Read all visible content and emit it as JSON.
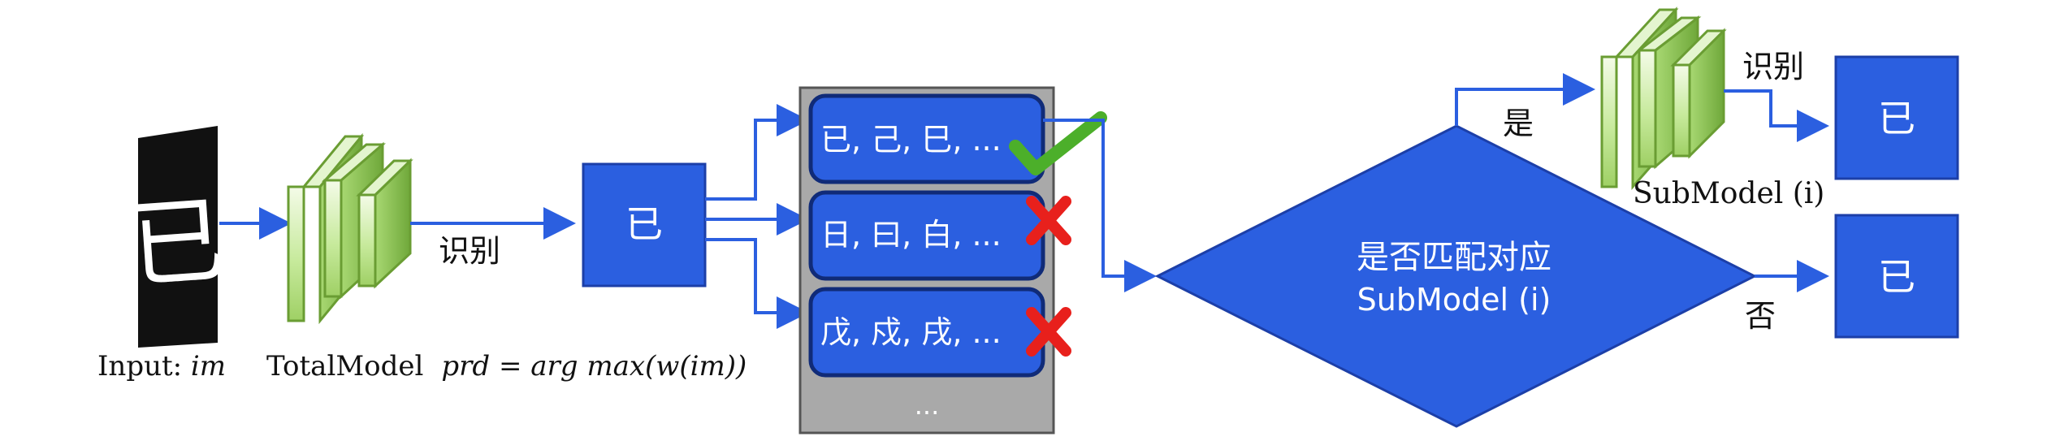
{
  "input": {
    "glyph": "已",
    "caption_prefix": "Input: ",
    "caption_var": "im"
  },
  "total_model": {
    "caption": "TotalModel",
    "formula": "prd = arg max(w(im))"
  },
  "recognize_label_1": "识别",
  "predicted_char": "已",
  "candidate_groups": [
    {
      "text": "已, 己, 巳, ...",
      "status": "check-mark"
    },
    {
      "text": "日, 曰, 白, ...",
      "status": "cross-mark"
    },
    {
      "text": "戊, 戍, 戌, ...",
      "status": "cross-mark"
    }
  ],
  "groups_ellipsis": "...",
  "decision": {
    "line1": "是否匹配对应",
    "line2": "SubModel (i)",
    "yes_label": "是",
    "no_label": "否"
  },
  "sub_model": {
    "caption": "SubModel (i)",
    "recognize_label": "识别"
  },
  "result_top": "已",
  "result_bottom": "已",
  "colors": {
    "box_fill": "#2b5fe0",
    "box_stroke": "#1c3fa8",
    "arrow": "#2b5fe0",
    "panel_fill": "#a9a9a9",
    "model_front": "#bde48e",
    "model_side": "#8cc04f",
    "check": "#4caf2a",
    "cross": "#e8201c"
  }
}
